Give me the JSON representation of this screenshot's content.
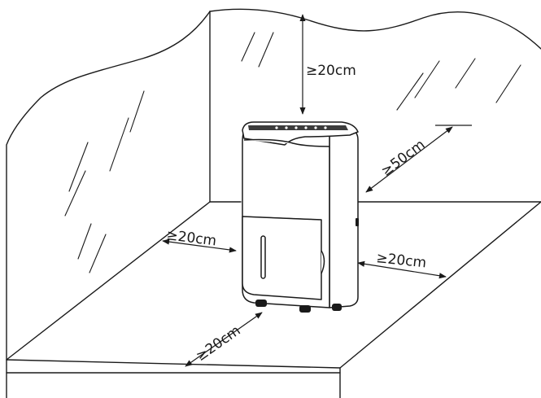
{
  "clearances": {
    "top": "≥20cm",
    "back": "≥50cm",
    "left": "≥20cm",
    "right": "≥20cm",
    "front": "≥20cm"
  },
  "colors": {
    "line": "#1a1a1a",
    "background": "#ffffff"
  }
}
